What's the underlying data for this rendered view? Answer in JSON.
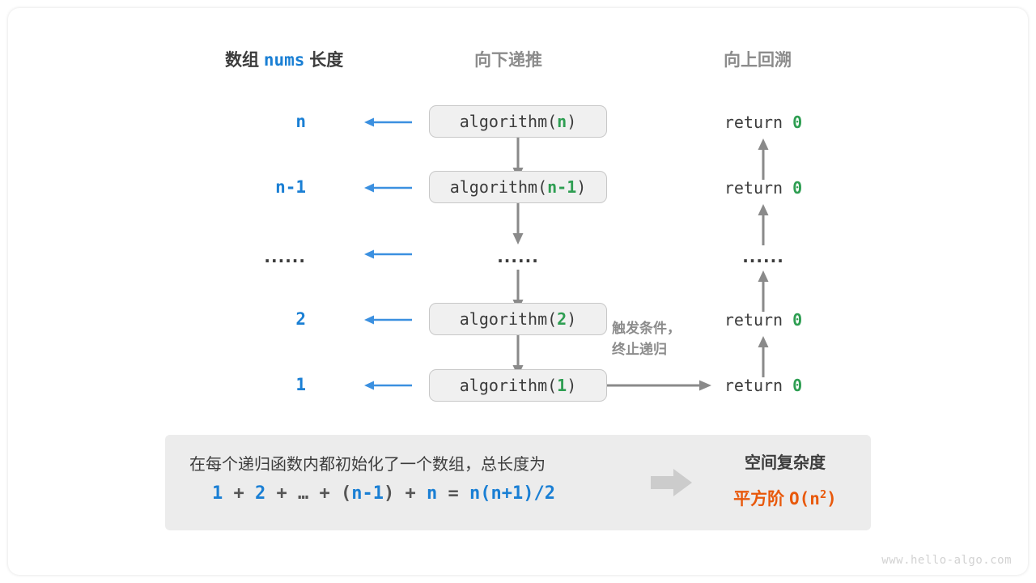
{
  "headers": {
    "left_prefix": "数组",
    "left_mono": "nums",
    "left_suffix": "长度",
    "middle": "向下递推",
    "right": "向上回溯"
  },
  "rows": [
    {
      "length": "n",
      "call_prefix": "algorithm(",
      "call_arg": "n",
      "call_suffix": ")",
      "return_text": "return",
      "return_value": "0"
    },
    {
      "length": "n-1",
      "call_prefix": "algorithm(",
      "call_arg": "n-1",
      "call_suffix": ")",
      "return_text": "return",
      "return_value": "0"
    },
    {
      "length": "······",
      "call_prefix": "······",
      "call_arg": "",
      "call_suffix": "",
      "return_text": "······",
      "return_value": ""
    },
    {
      "length": "2",
      "call_prefix": "algorithm(",
      "call_arg": "2",
      "call_suffix": ")",
      "return_text": "return",
      "return_value": "0"
    },
    {
      "length": "1",
      "call_prefix": "algorithm(",
      "call_arg": "1",
      "call_suffix": ")",
      "return_text": "return",
      "return_value": "0"
    }
  ],
  "annotation": {
    "line1": "触发条件，",
    "line2": "终止递归"
  },
  "summary": {
    "description": "在每个递归函数内都初始化了一个数组，总长度为",
    "formula": {
      "t1": "1",
      "op1": " + ",
      "t2": "2",
      "op2": " + ",
      "ellipsis": "…",
      "op3": " + ",
      "paren_open": "(",
      "t3": "n-1",
      "paren_close": ")",
      "op4": " + ",
      "t4": "n",
      "eq": " = ",
      "result": "n(n+1)/2"
    },
    "right_title": "空间复杂度",
    "right_value_label": "平方阶",
    "right_value_expr": "O(n",
    "right_value_sup": "2",
    "right_value_tail": ")"
  },
  "watermark": "www.hello-algo.com",
  "colors": {
    "blue": "#1a7fd4",
    "green": "#2e9e52",
    "gray": "#8c8c8c",
    "dark": "#3c3c3c",
    "orange": "#e8590c",
    "box_fill": "#f0f0f0",
    "summary_fill": "#ececec"
  }
}
